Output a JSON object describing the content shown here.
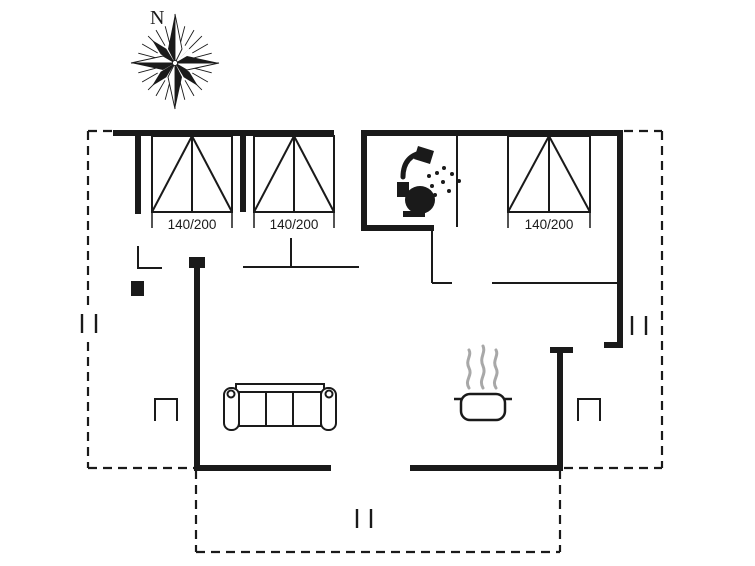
{
  "page": {
    "background": "#ffffff",
    "line_color": "#1a1a1a",
    "steam_color": "#a8a8a8"
  },
  "compass": {
    "label": "N"
  },
  "windows": [
    {
      "id": "window-1",
      "label": "140/200"
    },
    {
      "id": "window-2",
      "label": "140/200"
    },
    {
      "id": "window-3",
      "label": "140/200"
    }
  ],
  "icons": {
    "compass_rose": "compass-rose-icon",
    "shower": "shower-icon",
    "toilet": "toilet-icon",
    "sofa": "sofa-icon",
    "cooking_pot": "cooking-pot-icon",
    "steam": "steam-icon",
    "terrace_marker": "terrace-marker-icon",
    "window_symbol": "window-icon"
  }
}
